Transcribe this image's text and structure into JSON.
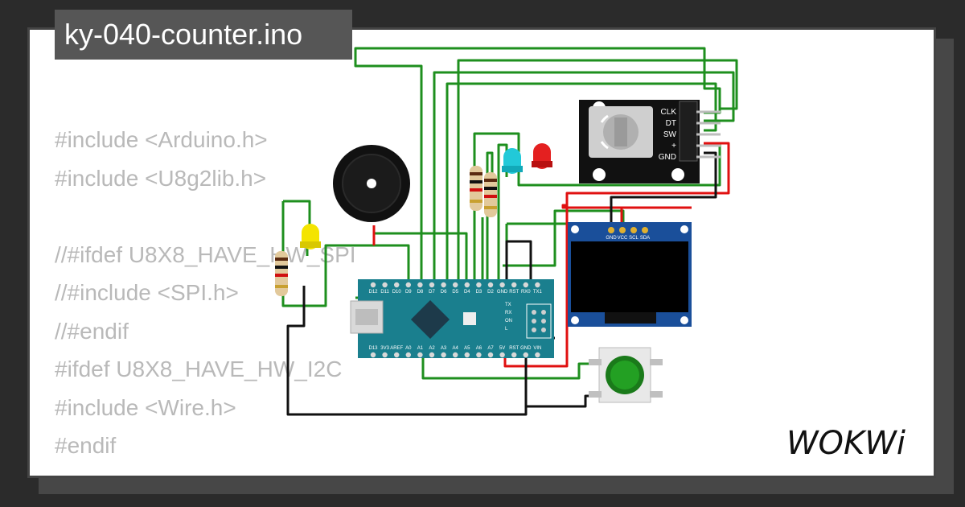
{
  "title": "ky-040-counter.ino",
  "code_lines": [
    "#include <Arduino.h>",
    "#include <U8g2lib.h>",
    "",
    "//#ifdef U8X8_HAVE_HW_SPI",
    "//#include <SPI.h>",
    "//#endif",
    "#ifdef U8X8_HAVE_HW_I2C",
    "#include <Wire.h>",
    "#endif"
  ],
  "encoder": {
    "pins": [
      "CLK",
      "DT",
      "SW",
      "+",
      "GND"
    ]
  },
  "oled": {
    "pins": [
      "GND",
      "VCC",
      "SCL",
      "SDA"
    ]
  },
  "nano": {
    "top_pins": [
      "D12",
      "D11",
      "D10",
      "D9",
      "D8",
      "D7",
      "D6",
      "D5",
      "D4",
      "D3",
      "D2",
      "GND",
      "RST",
      "RX0",
      "TX1"
    ],
    "bottom_pins": [
      "D13",
      "3V3",
      "AREF",
      "A0",
      "A1",
      "A2",
      "A3",
      "A4",
      "A5",
      "A6",
      "A7",
      "5V",
      "RST",
      "GND",
      "VIN"
    ],
    "side_labels": [
      "TX",
      "RX",
      "ON",
      "L"
    ]
  },
  "logo": "WOKWi",
  "colors": {
    "wire_green": "#1e8f1e",
    "wire_red": "#e01010",
    "wire_black": "#111111",
    "board": "#1a7f8e"
  }
}
